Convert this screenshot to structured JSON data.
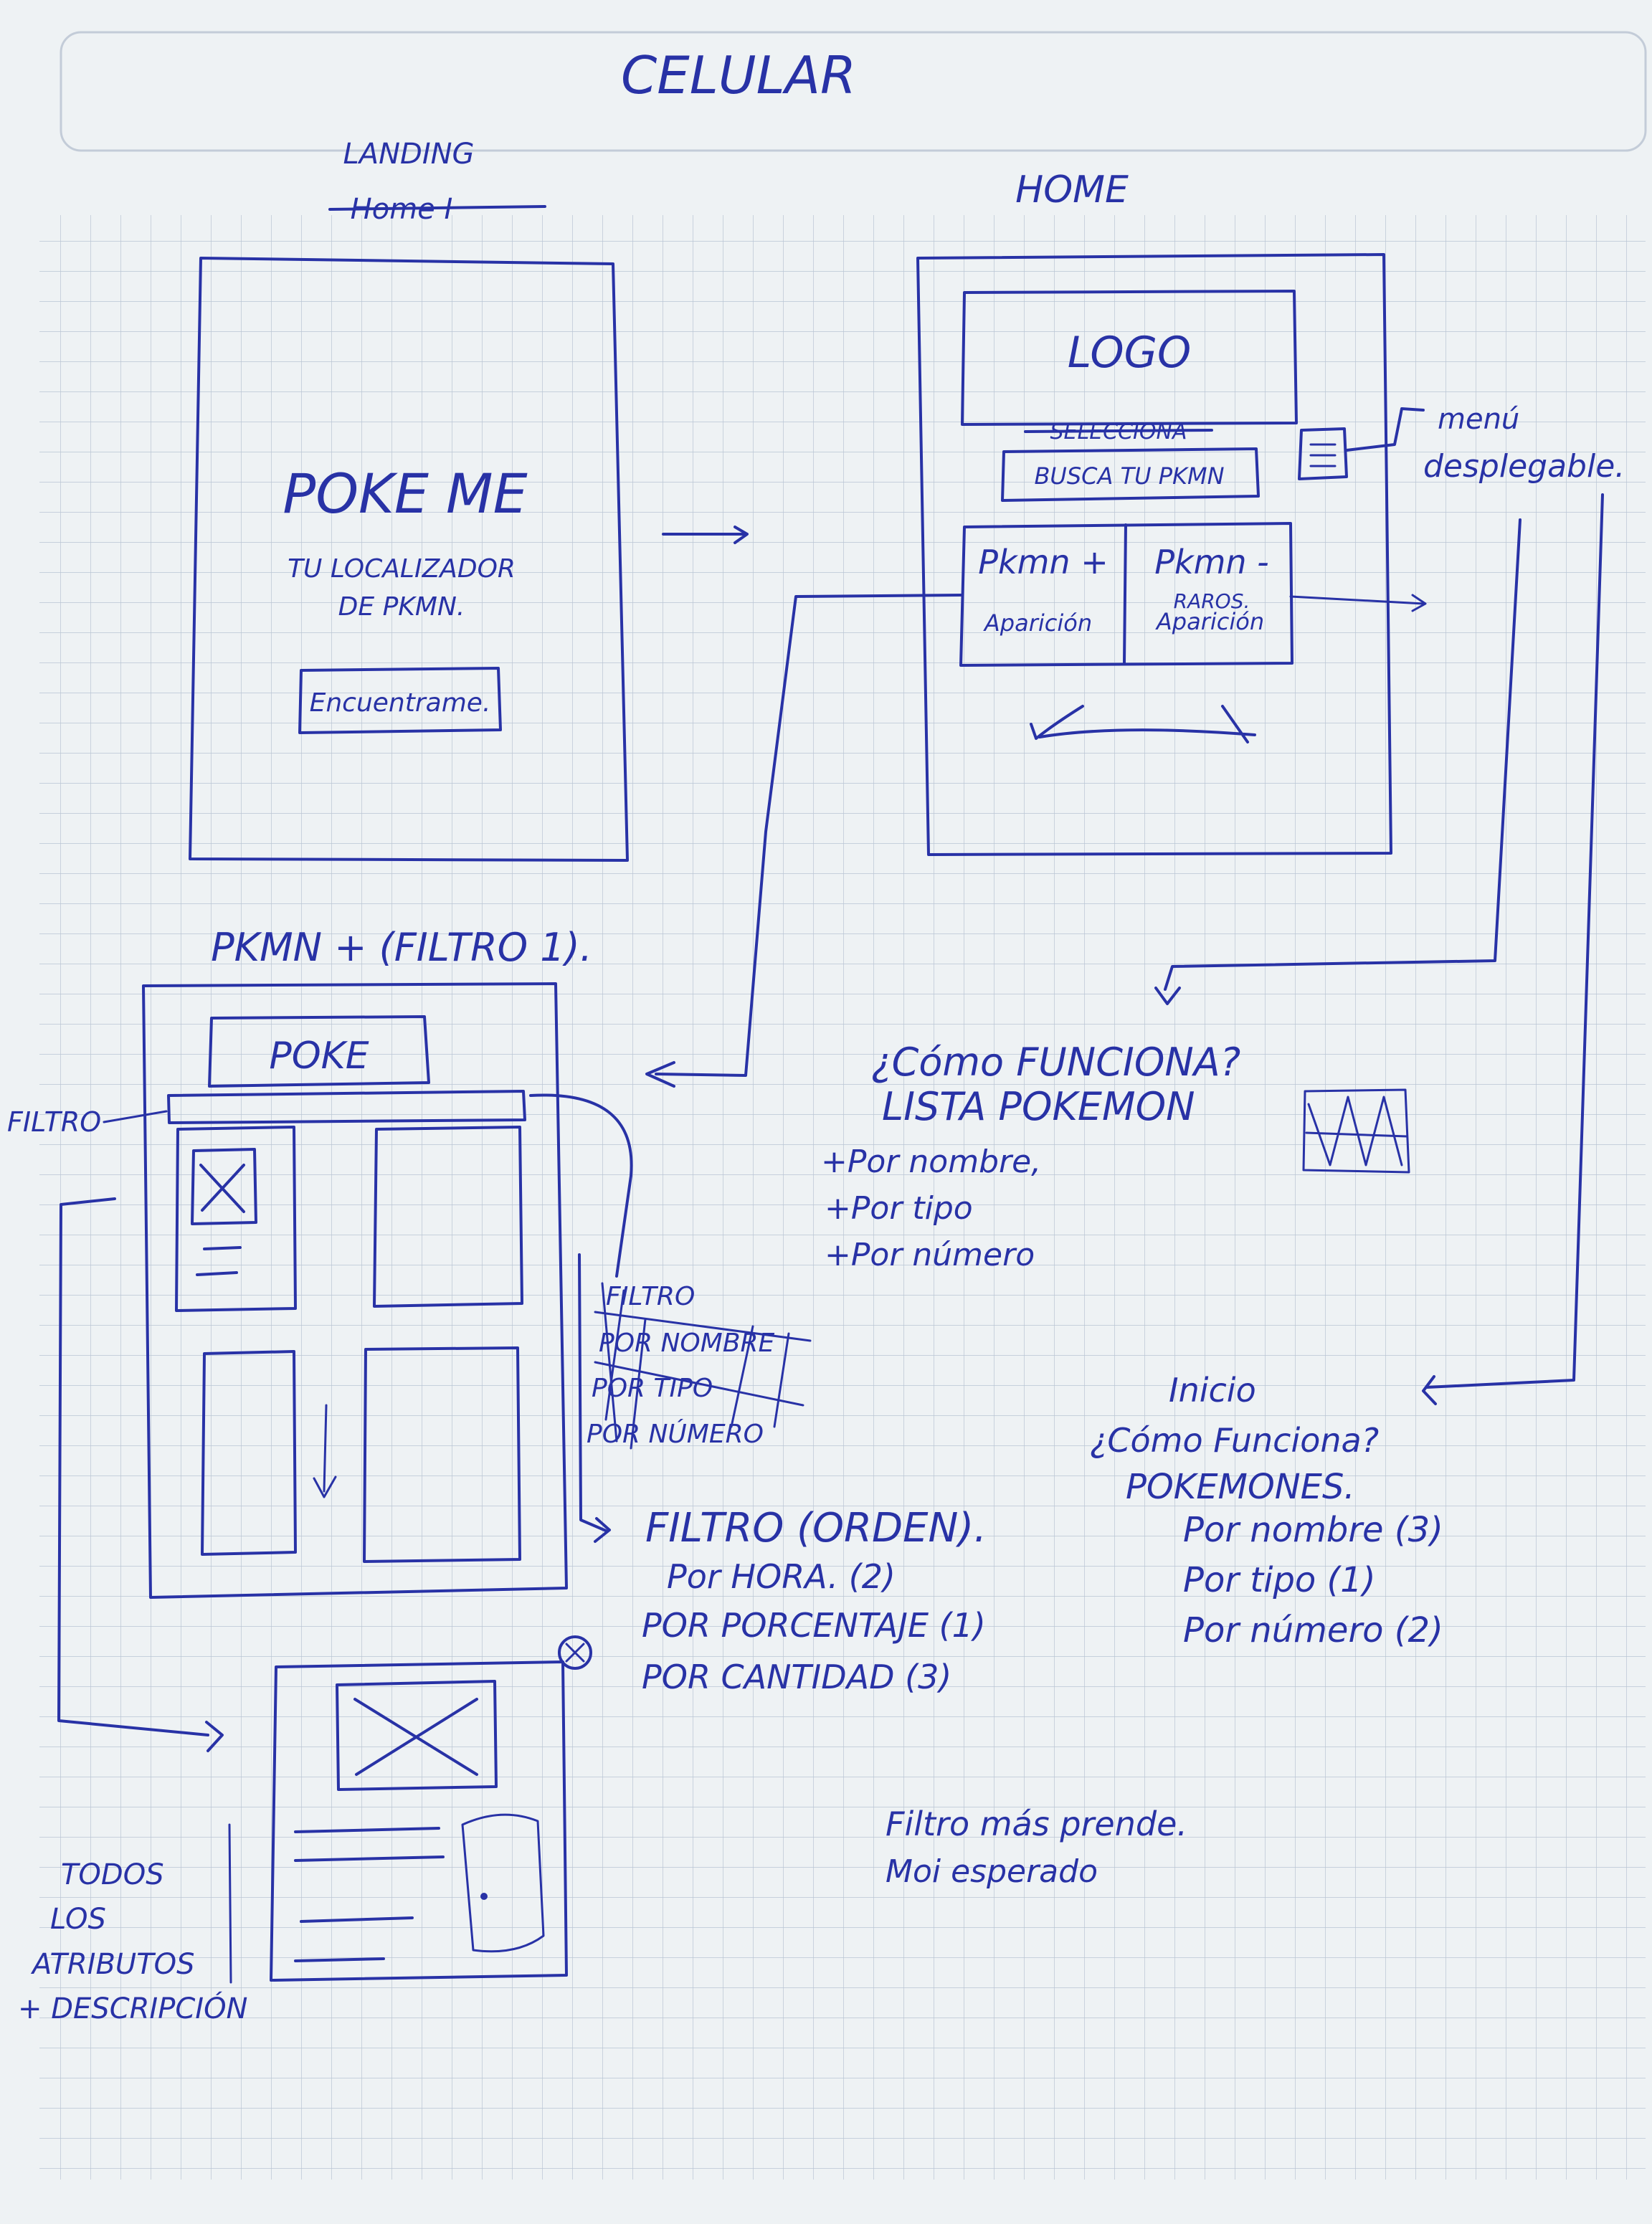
{
  "title": "CELULAR",
  "landing": {
    "label": "LANDING",
    "struck_label": "Home I",
    "brand": "POKE ME",
    "tagline_1": "TU LOCALIZADOR",
    "tagline_2": "DE PKMN.",
    "cta": "Encuentrame."
  },
  "home": {
    "label": "HOME",
    "logo": "LOGO",
    "struck_search": "SELECCIONA",
    "search": "BUSCA TU PKMN",
    "menu_note_1": "menú",
    "menu_note_2": "desplegable.",
    "card_more_title": "Pkmn +",
    "card_more_sub": "Aparición",
    "card_less_title": "Pkmn -",
    "card_less_sub_1": "RAROS.",
    "card_less_sub_2": "Aparición"
  },
  "pkmn_list": {
    "label": "PKMN + (FILTRO 1).",
    "logo": "POKE",
    "filtro_note": "FILTRO"
  },
  "crossed_filter_list": [
    "FILTRO",
    "POR NOMBRE",
    "POR TIPO",
    "POR NÚMERO"
  ],
  "filtro_orden": {
    "title": "FILTRO (ORDEN).",
    "items": [
      "Por HORA. (2)",
      "POR PORCENTAJE (1)",
      "POR CANTIDAD (3)"
    ]
  },
  "como_funciona": {
    "title": "¿Cómo FUNCIONA?",
    "subtitle": "LISTA POKEMON",
    "items": [
      "+Por nombre,",
      "+Por tipo",
      "+Por número"
    ]
  },
  "menu_list": {
    "items": [
      "Inicio",
      "¿Cómo Funciona?",
      "POKEMONES."
    ],
    "sub_items": [
      "Por nombre (3)",
      "Por tipo (1)",
      "Por número (2)"
    ]
  },
  "detail_note": [
    "TODOS",
    "LOS",
    "ATRIBUTOS",
    "+ DESCRIPCIÓN"
  ],
  "bottom_note": [
    "Filtro más prende.",
    "Moi esperado"
  ]
}
